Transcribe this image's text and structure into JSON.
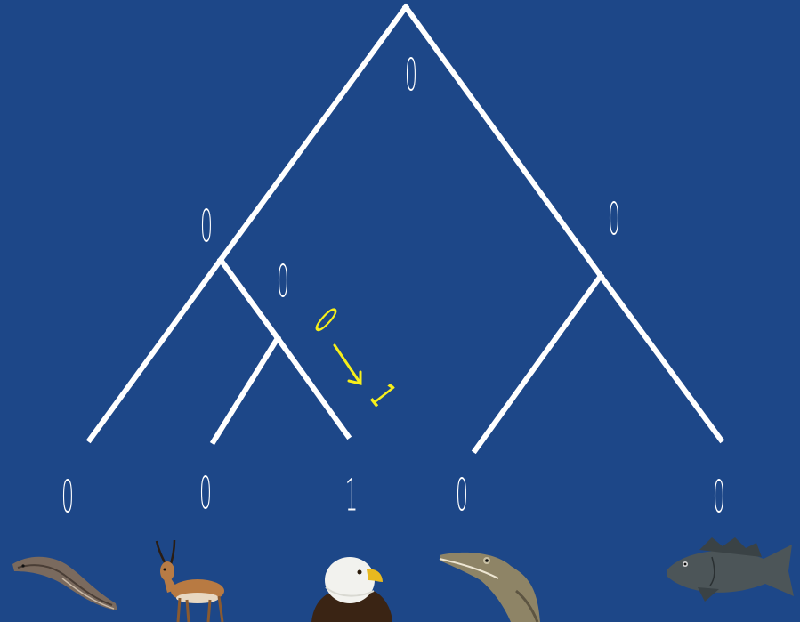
{
  "background_color": "#1d4788",
  "branch_color": "#ffffff",
  "change_color": "#f7ef1a",
  "internal_states": {
    "root": "0",
    "left_clade": "0",
    "inner_clade": "0",
    "right_clade": "0"
  },
  "leaves": [
    {
      "state": "0",
      "icon": "eel-icon"
    },
    {
      "state": "0",
      "icon": "antelope-icon"
    },
    {
      "state": "1",
      "icon": "bald-eagle-icon"
    },
    {
      "state": "0",
      "icon": "alligator-icon"
    },
    {
      "state": "0",
      "icon": "fish-icon"
    }
  ],
  "state_change": {
    "from": "0",
    "to": "1"
  }
}
